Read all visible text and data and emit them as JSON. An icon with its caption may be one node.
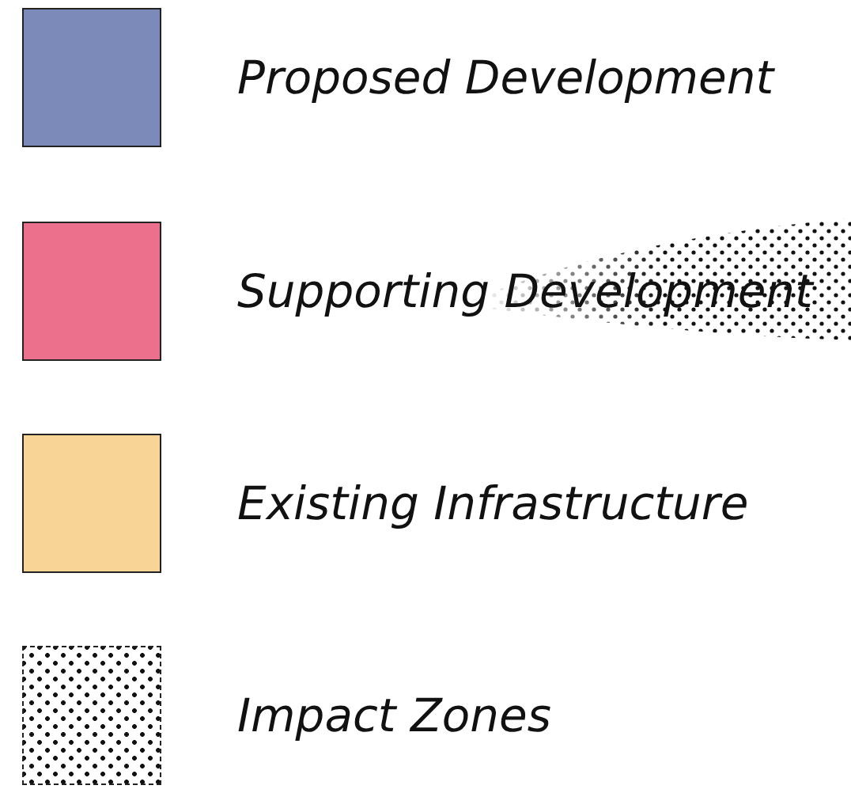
{
  "diagram": {
    "legend": [
      {
        "text": "Proposed Development",
        "color": "#7b8ab8"
      },
      {
        "text": "Supporting Development",
        "color": "#ec6f8b"
      },
      {
        "text": "Existing Infrastructure",
        "color": "#f8d596"
      },
      {
        "text": "Impact Zones"
      }
    ]
  }
}
